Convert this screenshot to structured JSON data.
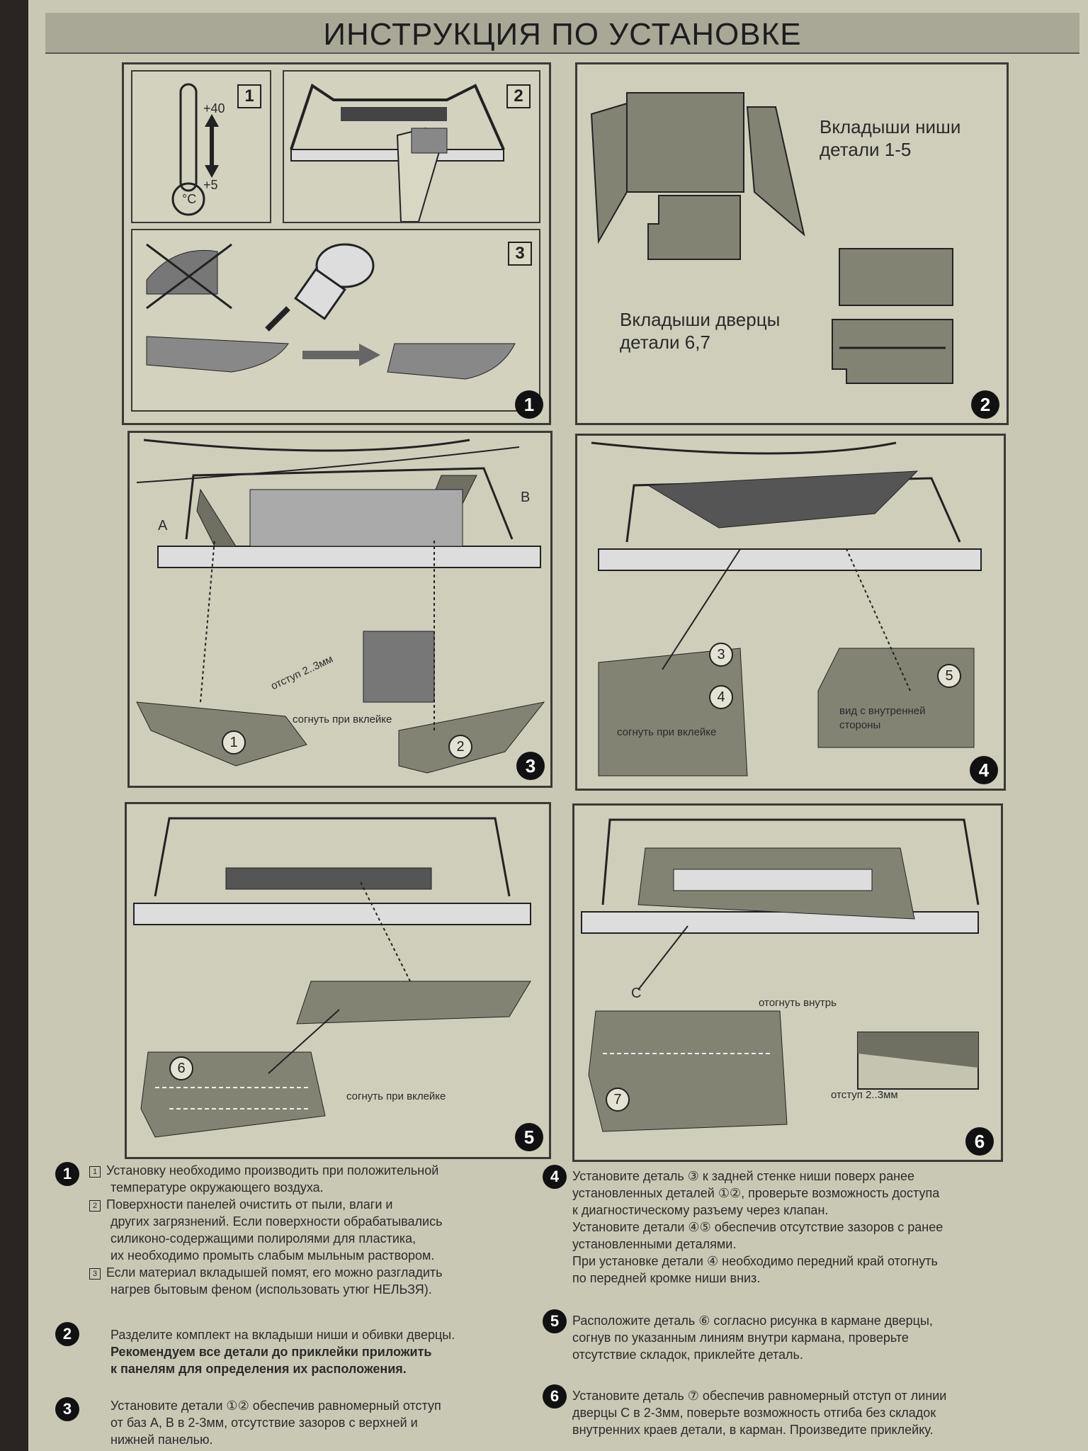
{
  "title": "ИНСТРУКЦИЯ ПО УСТАНОВКЕ",
  "panel1": {
    "step": "1",
    "sub1": "1",
    "sub2": "2",
    "sub3": "3",
    "temp_high": "+40",
    "temp_low": "+5",
    "temp_unit": "°C"
  },
  "panel2": {
    "step": "2",
    "niche_label": [
      "Вкладыши ниши",
      "детали  1-5"
    ],
    "door_label": [
      "Вкладыши дверцы",
      "детали  6,7"
    ]
  },
  "panel3": {
    "step": "3",
    "label_a": "A",
    "label_b": "B",
    "offset": "отступ 2..3мм",
    "bend": "согнуть при вклейке",
    "part1": "1",
    "part2": "2"
  },
  "panel4": {
    "step": "4",
    "part3": "3",
    "part4": "4",
    "part5": "5",
    "bend": "согнуть при вклейке",
    "inside_view": [
      "вид с внутренней",
      "стороны"
    ]
  },
  "panel5": {
    "step": "5",
    "part6": "6",
    "bend": "согнуть при вклейке"
  },
  "panel6": {
    "step": "6",
    "label_c": "C",
    "fold_in": "отогнуть внутрь",
    "part7": "7",
    "offset": "отступ 2..3мм"
  },
  "instructions": {
    "s1": {
      "num": "1",
      "items": [
        {
          "sq": "1",
          "lines": [
            "Установку необходимо производить при положительной",
            "температуре окружающего воздуха."
          ]
        },
        {
          "sq": "2",
          "lines": [
            "Поверхности панелей очистить от пыли, влаги и",
            "других загрязнений. Если поверхности  обрабатывались",
            "силиконо-содержащими полиролями для пластика,",
            "их необходимо промыть слабым мыльным раствором."
          ]
        },
        {
          "sq": "3",
          "lines": [
            "Если материал  вкладышей помят, его можно разгладить",
            "нагрев бытовым феном (использовать утюг  НЕЛЬЗЯ)."
          ]
        }
      ]
    },
    "s2": {
      "num": "2",
      "line1": "Разделите комплект на вкладыши ниши и обивки дверцы.",
      "bold": [
        "Рекомендуем все детали до приклейки приложить",
        "к панелям для определения их расположения."
      ]
    },
    "s3": {
      "num": "3",
      "lines": [
        "Установите детали ①② обеспечив равномерный отступ",
        "от баз А, В в 2-3мм, отсутствие зазоров с верхней и",
        "нижней панелью."
      ]
    },
    "s4": {
      "num": "4",
      "lines": [
        "Установите деталь ③ к задней стенке ниши поверх ранее",
        "установленных деталей  ①②, проверьте возможность доступа",
        "к диагностическому разъему через клапан.",
        "Установите детали  ④⑤ обеспечив отсутствие зазоров с ранее",
        "установленными деталями.",
        "При установке детали ④  необходимо передний край отогнуть",
        "по передней кромке ниши вниз."
      ]
    },
    "s5": {
      "num": "5",
      "lines": [
        "Расположите деталь  ⑥  согласно рисунка  в кармане дверцы,",
        "согнув по указанным линиям внутри кармана, проверьте",
        "отсутствие складок, приклейте деталь."
      ]
    },
    "s6": {
      "num": "6",
      "lines": [
        "Установите деталь ⑦ обеспечив равномерный отступ от линии",
        "дверцы С в 2-3мм, поверьте возможность отгиба без складок",
        "внутренних краев детали, в карман. Произведите приклейку."
      ]
    }
  }
}
